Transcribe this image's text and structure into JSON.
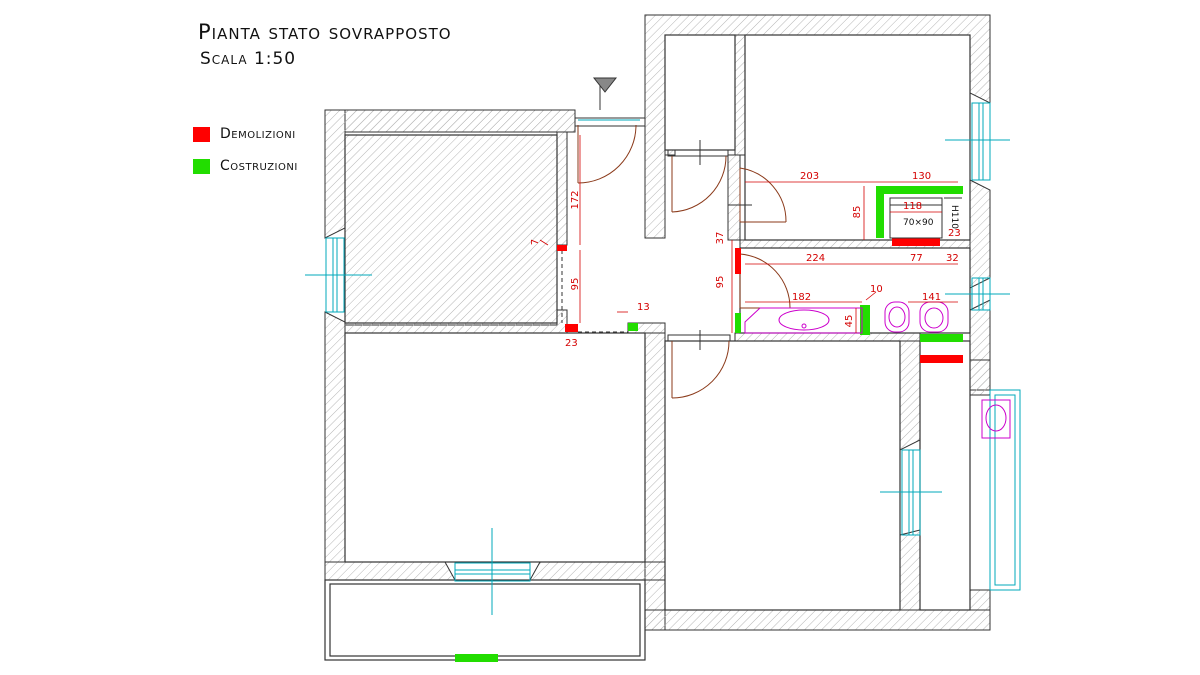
{
  "title": "Pianta stato sovrapposto",
  "subtitle": "Scala 1:50",
  "legend": [
    {
      "label": "Demolizioni",
      "color": "#ff0000"
    },
    {
      "label": "Costruzioni",
      "color": "#22dd00"
    }
  ],
  "colors": {
    "wall": "#333333",
    "hatch": "#bbbbbb",
    "demolition": "#ff0000",
    "construction": "#22dd00",
    "dimension": "#d40000",
    "door": "#8b3a1a",
    "window": "#00aabb",
    "sanitary": "#cc00cc"
  },
  "dimensions": {
    "d172": "172",
    "d95a": "95",
    "d7": "7",
    "d23a": "23",
    "d13": "13",
    "d203": "203",
    "d130": "130",
    "d118": "118",
    "d70x90": "70×90",
    "dH110": "H110",
    "d85": "85",
    "d23b": "23",
    "d37": "37",
    "d224": "224",
    "d77": "77",
    "d32": "32",
    "d95b": "95",
    "d182": "182",
    "d10": "10",
    "d141": "141",
    "d45": "45"
  }
}
